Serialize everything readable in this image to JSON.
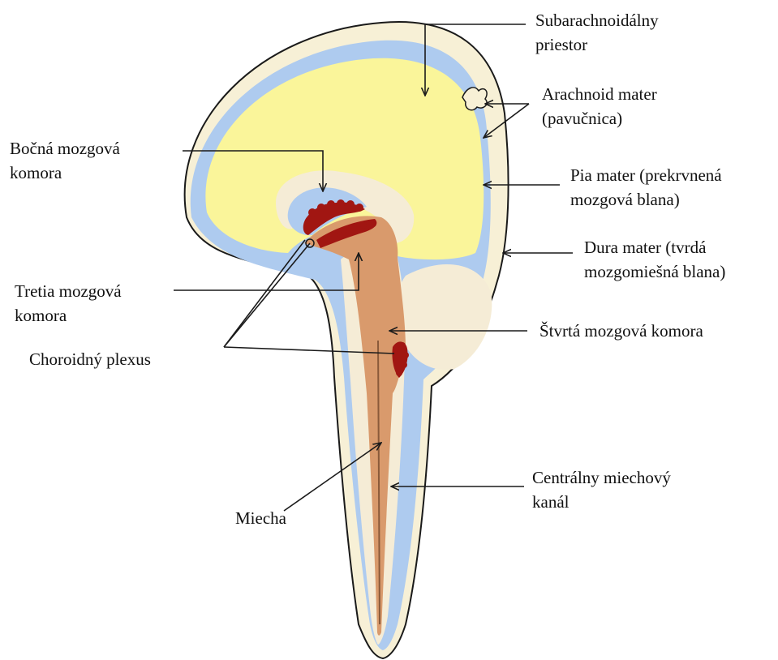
{
  "colors": {
    "dura": "#f7f0d6",
    "csf": "#aecbef",
    "brain": "#faf59a",
    "tissue": "#f5ecd6",
    "brainstem": "#d99a6c",
    "plexus": "#a11612",
    "outline": "#1a1a1a"
  },
  "labels": {
    "subarachnoid": {
      "line1": "Subarachnoidálny",
      "line2": "priestor"
    },
    "arachnoid": {
      "line1": "Arachnoid mater",
      "line2": "(pavučnica)"
    },
    "pia": {
      "line1": "Pia mater (prekrvnená",
      "line2": "mozgová blana)"
    },
    "dura": {
      "line1": "Dura mater (tvrdá",
      "line2": "mozgomiešná blana)"
    },
    "fourth_ventricle": {
      "line1": "Štvrtá mozgová komora"
    },
    "central_canal": {
      "line1": "Centrálny miechový",
      "line2": "kanál"
    },
    "lateral_ventricle": {
      "line1": "Bočná mozgová",
      "line2": "komora"
    },
    "third_ventricle": {
      "line1": "Tretia mozgová",
      "line2": "komora"
    },
    "choroid_plexus": {
      "line1": "Choroidný plexus"
    },
    "spinal_cord": {
      "line1": "Miecha"
    }
  }
}
